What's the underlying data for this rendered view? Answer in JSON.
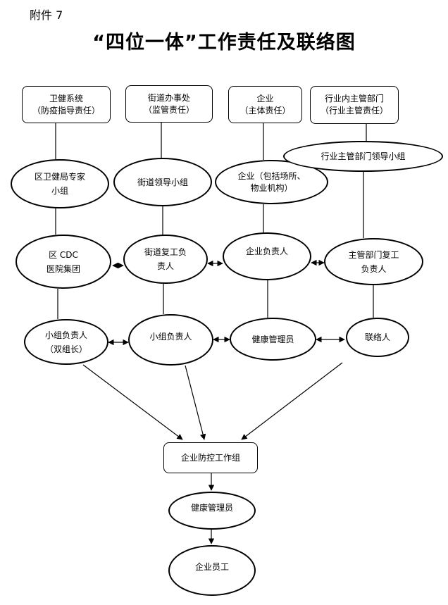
{
  "attachment": "附件 7",
  "title": "“四位一体”工作责任及联络图",
  "top_boxes": [
    {
      "line1": "卫健系统",
      "line2": "（防疫指导责任）"
    },
    {
      "line1": "街道办事处",
      "line2": "（监管责任）"
    },
    {
      "line1": "企业",
      "line2": "（主体责任）"
    },
    {
      "line1": "行业内主管部门",
      "line2": "（行业主管责任）"
    }
  ],
  "row2": [
    {
      "line1": "区卫健局专家",
      "line2": "小组"
    },
    {
      "line1": "街道领导小组",
      "line2": ""
    },
    {
      "line1": "企业（包括场所、",
      "line2": "物业机构）"
    },
    {
      "line1": "行业主管部门领导小组",
      "line2": ""
    }
  ],
  "row3": [
    {
      "line1": "区 CDC",
      "line2": "医院集团"
    },
    {
      "line1": "街道复工负",
      "line2": "责人"
    },
    {
      "line1": "企业负责人",
      "line2": ""
    },
    {
      "line1": "主管部门复工",
      "line2": "负责人"
    }
  ],
  "row4": [
    {
      "line1": "小组负责人",
      "line2": "（双组长）"
    },
    {
      "line1": "小组负责人",
      "line2": ""
    },
    {
      "line1": "健康管理员",
      "line2": ""
    },
    {
      "line1": "联络人",
      "line2": ""
    }
  ],
  "work_group": "企业防控工作组",
  "health_manager": "健康管理员",
  "employees": "企业员工"
}
